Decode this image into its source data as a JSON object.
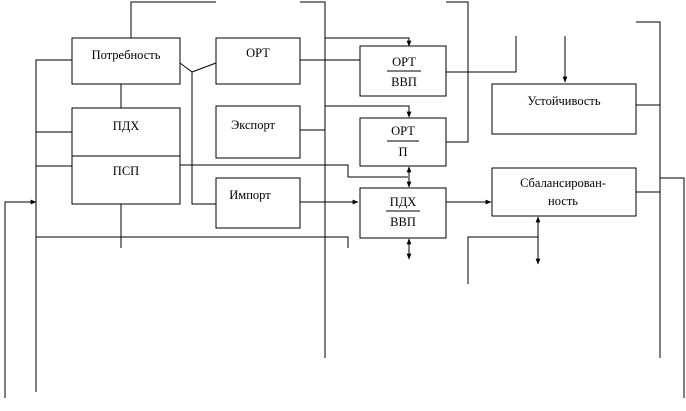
{
  "diagram": {
    "boxes": {
      "potrebnost": "Потребность",
      "pdx": "ПДХ",
      "psp": "ПСП",
      "ort": "ОРТ",
      "eksport": "Экспорт",
      "import": "Импорт",
      "ort_vvp": {
        "num": "ОРТ",
        "den": "ВВП"
      },
      "ort_p": {
        "num": "ОРТ",
        "den": "П"
      },
      "pdx_vvp": {
        "num": "ПДХ",
        "den": "ВВП"
      },
      "ustoichivost": "Устойчивость",
      "sbalans_line1": "Сбалансирован-",
      "sbalans_line2": "ность"
    },
    "colors": {
      "stroke": "#000000",
      "background": "#ffffff"
    }
  }
}
